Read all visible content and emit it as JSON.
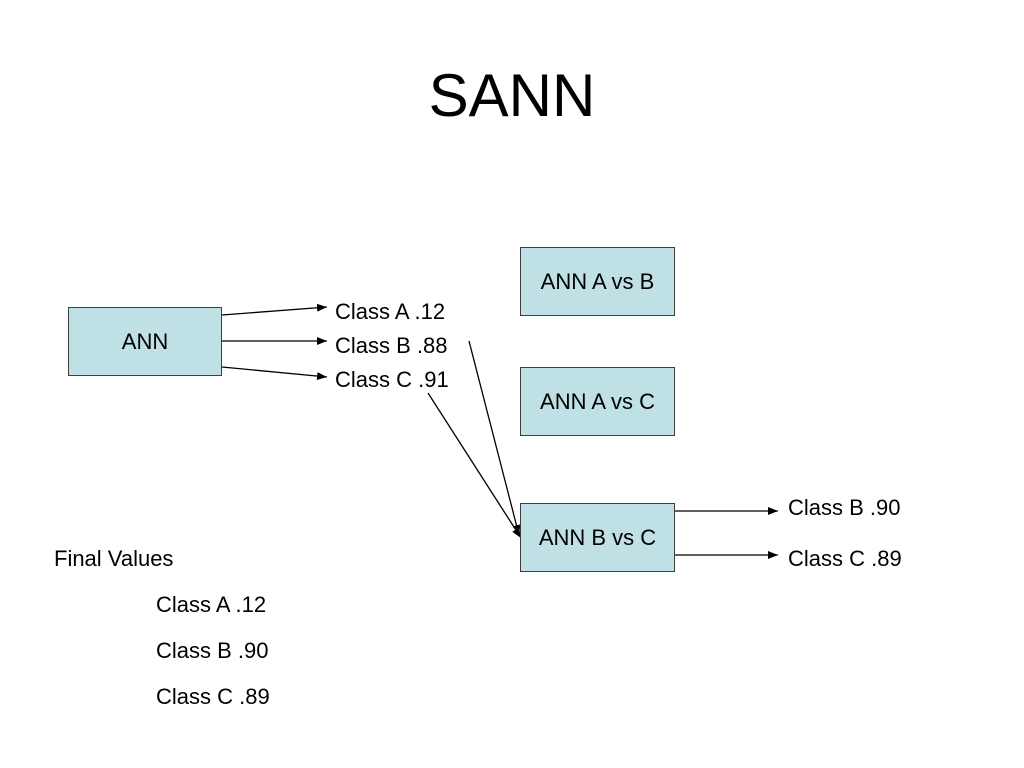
{
  "title": "SANN",
  "box_fill": "#bfe0e4",
  "boxes": {
    "ann": "ANN",
    "ann_a_vs_b": "ANN A vs B",
    "ann_a_vs_c": "ANN A vs C",
    "ann_b_vs_c": "ANN B vs C"
  },
  "ann_outputs": [
    {
      "class": "Class A",
      "value": ".12"
    },
    {
      "class": "Class B",
      "value": ".88"
    },
    {
      "class": "Class C",
      "value": ".91"
    }
  ],
  "bvc_outputs": [
    {
      "class": "Class B",
      "value": ".90"
    },
    {
      "class": "Class C",
      "value": ".89"
    }
  ],
  "final": {
    "heading": "Final Values",
    "items": [
      {
        "class": "Class A",
        "value": ".12"
      },
      {
        "class": "Class B",
        "value": ".90"
      },
      {
        "class": "Class C",
        "value": ".89"
      }
    ]
  }
}
